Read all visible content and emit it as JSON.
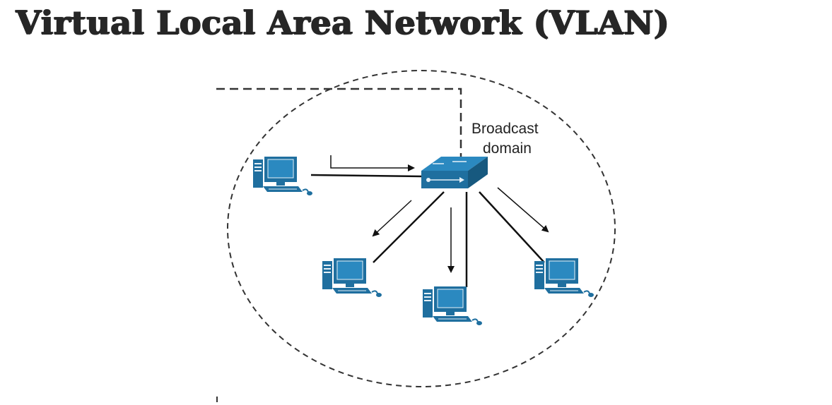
{
  "slide": {
    "title": "Virtual Local Area Network (VLAN)"
  },
  "diagram": {
    "domain_label_line1": "Broadcast",
    "domain_label_line2": "domain",
    "colors": {
      "device_blue": "#1f6f9f",
      "device_light": "#e6f1f8",
      "line": "#111111",
      "dash": "#333333"
    },
    "nodes": [
      {
        "name": "switch",
        "icon": "switch-icon"
      },
      {
        "name": "sender-computer",
        "icon": "computer-icon"
      },
      {
        "name": "computer-bottom-left",
        "icon": "computer-icon"
      },
      {
        "name": "computer-bottom-center",
        "icon": "computer-icon"
      },
      {
        "name": "computer-bottom-right",
        "icon": "computer-icon"
      }
    ]
  }
}
